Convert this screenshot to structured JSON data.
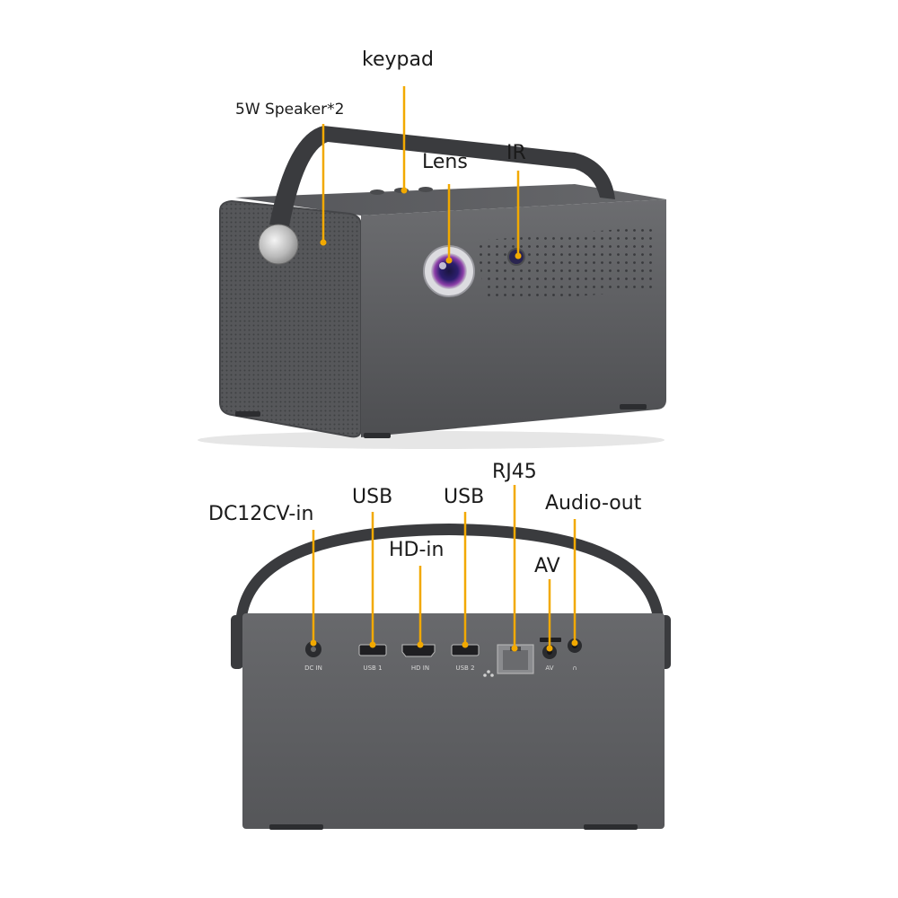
{
  "colors": {
    "callout": "#f2a900",
    "body": "#5f6063",
    "body_dark": "#3c3d40",
    "handle": "#3a3b3e"
  },
  "top_view": {
    "labels": {
      "keypad": "keypad",
      "speaker": "5W Speaker*2",
      "lens": "Lens",
      "ir": "IR"
    }
  },
  "back_view": {
    "labels": {
      "dc_in": "DC12CV-in",
      "usb1": "USB",
      "usb2": "USB",
      "hd_in": "HD-in",
      "rj45": "RJ45",
      "av": "AV",
      "audio_out": "Audio-out"
    },
    "port_print": {
      "dc": "DC IN",
      "usb1": "USB 1",
      "hd": "HD  IN",
      "usb2": "USB 2",
      "av": "AV",
      "audio": "∩"
    }
  }
}
